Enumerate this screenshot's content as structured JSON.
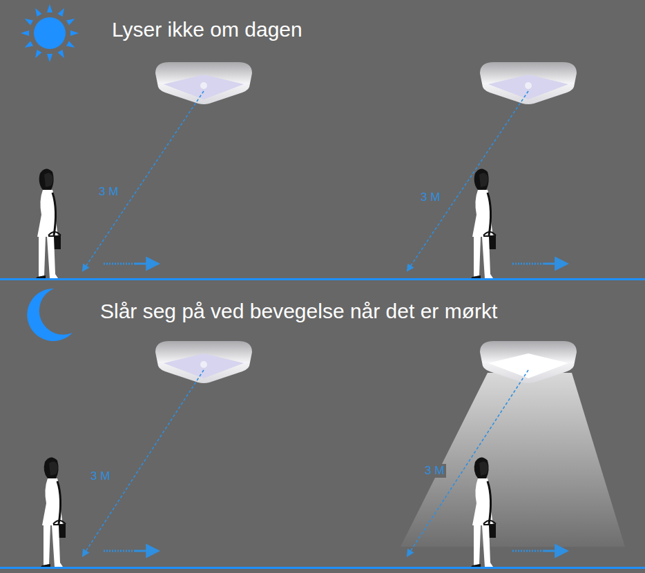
{
  "diagram": {
    "labels": [
      "Lyser ikke om dagen",
      "3 M",
      "3 M",
      "Slår seg på ved bevegelse når det er mørkt",
      "3 M",
      "3 M"
    ]
  }
}
